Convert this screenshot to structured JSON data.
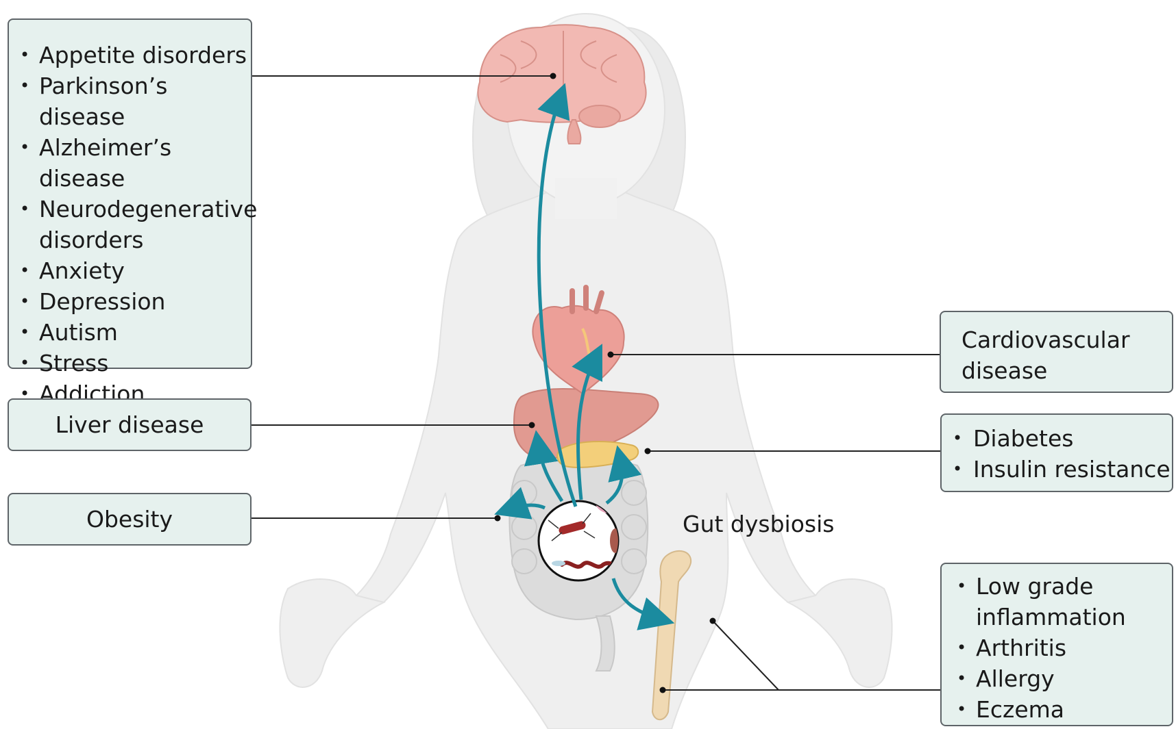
{
  "boxes": {
    "brain": {
      "items": [
        "Appetite disorders",
        "Parkinson’s disease",
        "Alzheimer’s disease",
        "Neurodegenerative disorders",
        "Anxiety",
        "Depression",
        "Autism",
        "Stress",
        "Addiction"
      ]
    },
    "liver": {
      "label": "Liver disease"
    },
    "obesity": {
      "label": "Obesity"
    },
    "cardio": {
      "label": "Cardiovascular disease"
    },
    "pancreas": {
      "items": [
        "Diabetes",
        "Insulin resistance"
      ]
    },
    "bone": {
      "items": [
        "Low grade inflammation",
        "Arthritis",
        "Allergy",
        "Eczema"
      ]
    }
  },
  "gut_label": "Gut dysbiosis",
  "colors": {
    "box_fill": "#e6f1ee",
    "box_border": "#5e6468",
    "arrow": "#1b8b9f",
    "body_silhouette": "#efefef",
    "brain": "#f2b9b3",
    "heart": "#ec9f98",
    "liver": "#e19a91",
    "pancreas": "#f3cf7a",
    "intestine": "#dcdcdc",
    "bone": "#f0d9b3"
  }
}
